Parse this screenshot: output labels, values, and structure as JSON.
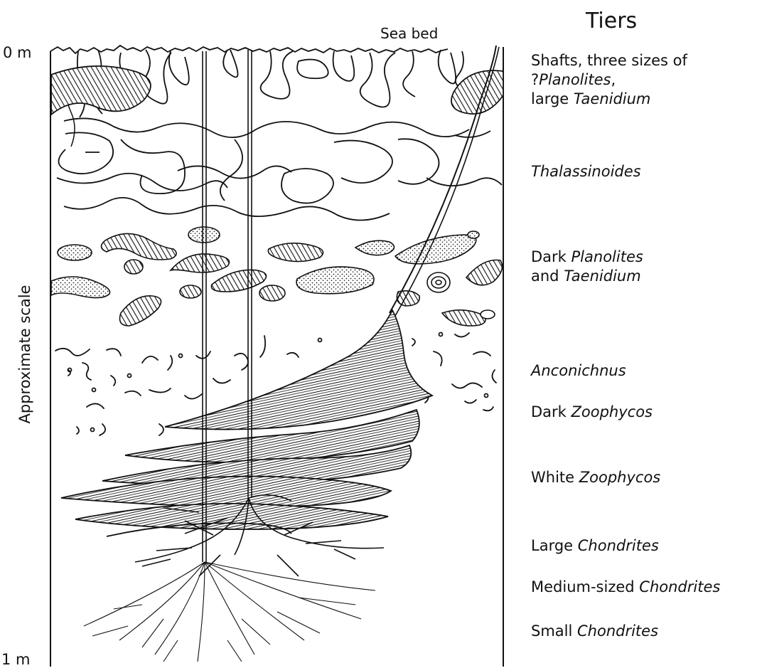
{
  "header": {
    "title": "Tiers"
  },
  "axis": {
    "top_label": "0 m",
    "bottom_label": "1 m",
    "vertical_label": "Approximate scale",
    "surface_label": "Sea bed"
  },
  "tiers": [
    {
      "parts": [
        {
          "text": "Shafts, three sizes of",
          "italic": false
        }
      ],
      "line2": [
        {
          "text": "?",
          "italic": false
        },
        {
          "text": "Planolites",
          "italic": true
        },
        {
          "text": ",",
          "italic": false
        }
      ],
      "line3": [
        {
          "text": "large ",
          "italic": false
        },
        {
          "text": "Taenidium",
          "italic": true
        }
      ]
    },
    {
      "parts": [
        {
          "text": "Thalassinoides",
          "italic": true
        }
      ]
    },
    {
      "parts": [
        {
          "text": "Dark ",
          "italic": false
        },
        {
          "text": "Planolites",
          "italic": true
        }
      ],
      "line2": [
        {
          "text": "and ",
          "italic": false
        },
        {
          "text": "Taenidium",
          "italic": true
        }
      ]
    },
    {
      "parts": [
        {
          "text": "Anconichnus",
          "italic": true
        }
      ]
    },
    {
      "parts": [
        {
          "text": "Dark ",
          "italic": false
        },
        {
          "text": "Zoophycos",
          "italic": true
        }
      ]
    },
    {
      "parts": [
        {
          "text": "White ",
          "italic": false
        },
        {
          "text": "Zoophycos",
          "italic": true
        }
      ]
    },
    {
      "parts": [
        {
          "text": "Large ",
          "italic": false
        },
        {
          "text": "Chondrites",
          "italic": true
        }
      ]
    },
    {
      "parts": [
        {
          "text": "Medium-sized ",
          "italic": false
        },
        {
          "text": "Chondrites",
          "italic": true
        }
      ]
    },
    {
      "parts": [
        {
          "text": "Small ",
          "italic": false
        },
        {
          "text": "Chondrites",
          "italic": true
        }
      ]
    }
  ]
}
